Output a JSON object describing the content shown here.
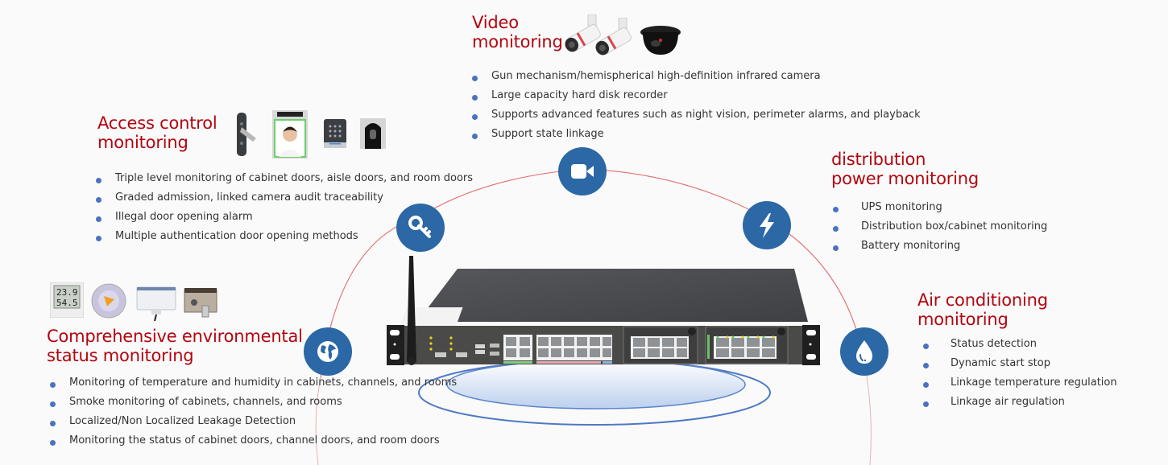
{
  "sections": {
    "video": {
      "title_line1": "Video",
      "title_line2": "monitoring",
      "icon": "video-camera-icon",
      "bullets": [
        "Gun mechanism/hemispherical high-definition infrared camera",
        "Large capacity hard disk recorder",
        "Supports advanced features such as night vision, perimeter alarms, and playback",
        "Support state linkage"
      ],
      "product_images": [
        "bullet-camera",
        "bullet-camera",
        "dome-camera"
      ]
    },
    "access": {
      "title_line1": "Access control",
      "title_line2": "monitoring",
      "icon": "key-icon",
      "bullets": [
        "Triple level monitoring of cabinet doors, aisle doors, and room doors",
        "Graded admission, linked camera audit traceability",
        "Illegal door opening alarm",
        "Multiple authentication door opening methods"
      ],
      "product_images": [
        "door-lock",
        "face-recognition-terminal",
        "keypad-reader",
        "fingerprint-reader"
      ]
    },
    "power": {
      "title_line1": "distribution",
      "title_line2": "power monitoring",
      "icon": "lightning-icon",
      "bullets": [
        "UPS monitoring",
        "Distribution box/cabinet monitoring",
        "Battery monitoring"
      ]
    },
    "environment": {
      "title_line1": "Comprehensive environmental",
      "title_line2": "status monitoring",
      "icon": "globe-icon",
      "bullets": [
        "Monitoring of temperature and humidity in cabinets, channels, and rooms",
        "Smoke monitoring of cabinets, channels, and rooms",
        "Localized/Non Localized Leakage Detection",
        "Monitoring the status of cabinet doors, channel doors, and room doors"
      ],
      "product_images": [
        "temp-humidity-sensor",
        "smoke-detector",
        "leak-sensor",
        "door-contact-sensor"
      ],
      "sensor_display": {
        "temperature": "23.9",
        "humidity": "54.5"
      }
    },
    "aircon": {
      "title_line1": "Air conditioning",
      "title_line2": "monitoring",
      "icon": "water-drop-icon",
      "bullets": [
        "Status detection",
        "Dynamic start stop",
        "Linkage temperature regulation",
        "Linkage air regulation"
      ]
    }
  },
  "colors": {
    "title_red": "#b3050f",
    "icon_blue": "#2c67a6",
    "bullet_blue": "#4a72c0",
    "arc_red": "#e05a5a",
    "device_dark": "#4a4a48"
  },
  "device": {
    "name": "monitoring-host-rack-unit",
    "leds": [
      "yellow",
      "yellow",
      "yellow",
      "yellow",
      "yellow",
      "yellow"
    ]
  }
}
